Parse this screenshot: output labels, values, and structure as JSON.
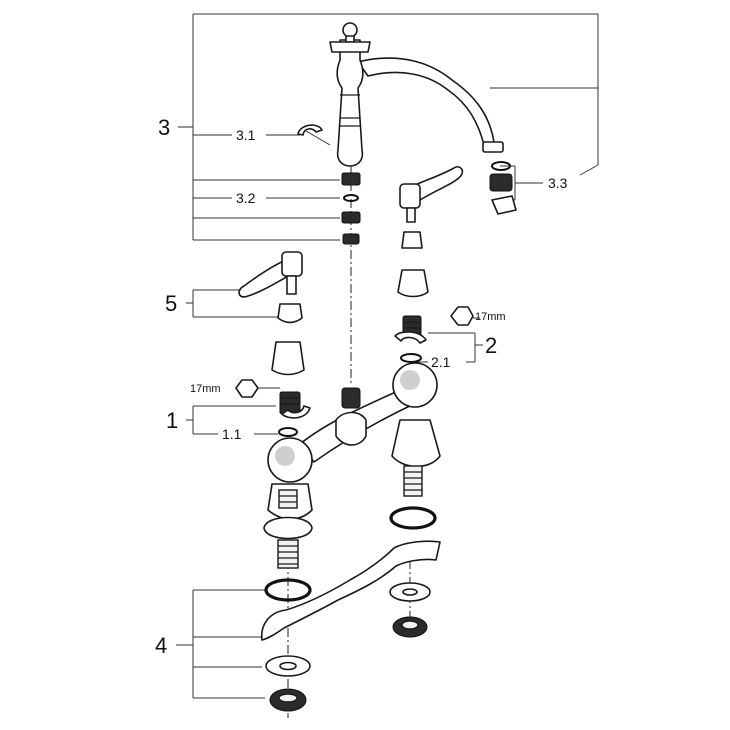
{
  "callouts": {
    "part_3": "3",
    "part_3_1": "3.1",
    "part_3_2": "3.2",
    "part_3_3": "3.3",
    "part_5": "5",
    "part_2": "2",
    "part_2_1": "2.1",
    "part_1": "1",
    "part_1_1": "1.1",
    "part_4": "4"
  },
  "wrench_sizes": {
    "right_valve": "17mm",
    "left_valve": "17mm"
  }
}
